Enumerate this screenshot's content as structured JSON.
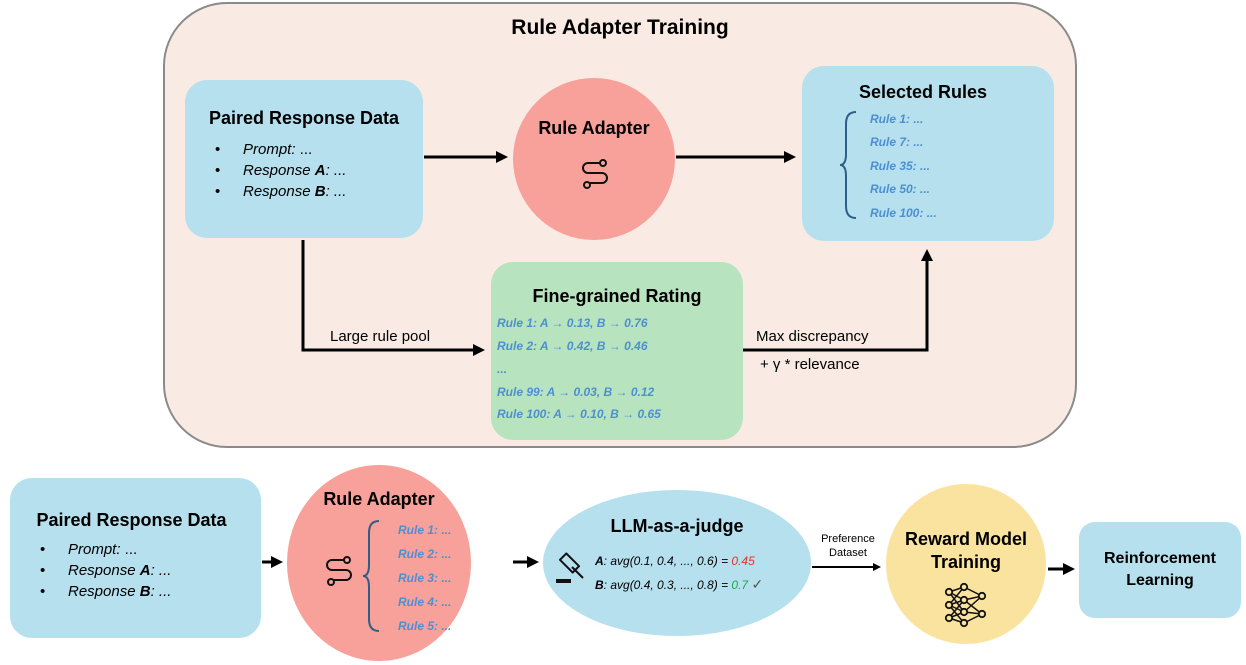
{
  "training": {
    "title": "Rule Adapter Training",
    "paired": {
      "title": "Paired Response Data",
      "items": [
        {
          "pre": "Prompt:",
          "bold": "",
          "post": " ..."
        },
        {
          "pre": "Response ",
          "bold": "A",
          "post": ": ..."
        },
        {
          "pre": "Response ",
          "bold": "B",
          "post": ": ..."
        }
      ]
    },
    "adapter": {
      "title": "Rule Adapter",
      "icon": "route-icon"
    },
    "selected": {
      "title": "Selected Rules",
      "rules": [
        "Rule 1: ...",
        "Rule 7: ...",
        "Rule 35: ...",
        "Rule 50: ...",
        "Rule 100: ..."
      ]
    },
    "rating": {
      "title": "Fine-grained Rating",
      "rows": [
        "Rule 1: A → 0.13, B → 0.76",
        "Rule 2: A → 0.42, B → 0.46",
        "...",
        "Rule 99: A → 0.03, B → 0.12",
        "Rule 100: A → 0.10, B →  0.65"
      ]
    },
    "pool_label": "Large rule pool",
    "discrepancy_label": "Max discrepancy",
    "relevance_label": "+ γ * relevance"
  },
  "pipeline": {
    "paired": {
      "title": "Paired Response Data",
      "items": [
        {
          "pre": "Prompt:",
          "bold": "",
          "post": " ..."
        },
        {
          "pre": "Response ",
          "bold": "A",
          "post": ": ..."
        },
        {
          "pre": "Response ",
          "bold": "B",
          "post": ": ..."
        }
      ]
    },
    "adapter": {
      "title": "Rule Adapter",
      "icon": "route-icon",
      "rules": [
        "Rule 1: ...",
        "Rule 2: ...",
        "Rule 3: ...",
        "Rule 4: ...",
        "Rule 5: ..."
      ]
    },
    "judge": {
      "title": "LLM-as-a-judge",
      "icon": "gavel-icon",
      "a_label": "A",
      "a_expr": ": avg(0.1, 0.4, ..., 0.6) = ",
      "a_score": "0.45",
      "b_label": "B",
      "b_expr": ": avg(0.4, 0.3, ..., 0.8) = ",
      "b_score": "0.7",
      "check": "✓"
    },
    "preference_line1": "Preference",
    "preference_line2": "Dataset",
    "reward": {
      "title_line1": "Reward Model",
      "title_line2": "Training",
      "icon": "neural-network-icon"
    },
    "rl": {
      "title_line1": "Reinforcement",
      "title_line2": "Learning"
    }
  },
  "colors": {
    "blue": "#b6e0ee",
    "pink": "#f8a09a",
    "green": "#b7e4bf",
    "yellow": "#fae39e",
    "panel": "#f9ebe4",
    "rule_text": "#4d8fd2",
    "brace": "#2f5d86"
  }
}
